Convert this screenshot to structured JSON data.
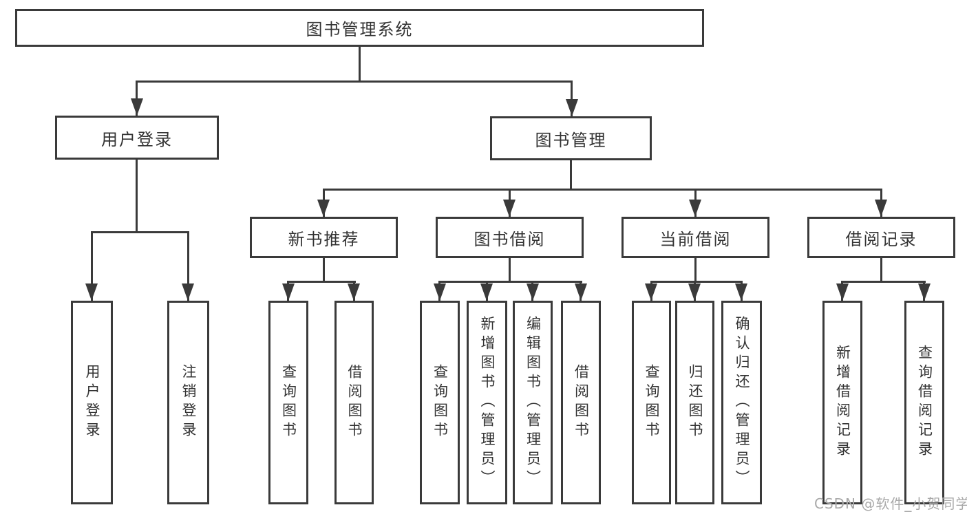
{
  "diagram": {
    "root": {
      "label": "图书管理系统"
    },
    "level2": [
      {
        "label": "用户登录"
      },
      {
        "label": "图书管理"
      }
    ],
    "level3": [
      {
        "label": "新书推荐"
      },
      {
        "label": "图书借阅"
      },
      {
        "label": "当前借阅"
      },
      {
        "label": "借阅记录"
      }
    ],
    "groups": [
      {
        "parent": "用户登录",
        "children": [
          "用户登录",
          "注销登录"
        ]
      },
      {
        "parent": "新书推荐",
        "children": [
          "查询图书",
          "借阅图书"
        ]
      },
      {
        "parent": "图书借阅",
        "children": [
          "查询图书",
          "新增图书（管理员）",
          "编辑图书（管理员）",
          "借阅图书"
        ]
      },
      {
        "parent": "当前借阅",
        "children": [
          "查询图书",
          "归还图书",
          "确认归还（管理员）"
        ]
      },
      {
        "parent": "借阅记录",
        "children": [
          "新增借阅记录",
          "查询借阅记录"
        ]
      }
    ],
    "watermark": "CSDN @软件_小贺同学",
    "colors": {
      "line": "#3a3a3a",
      "text": "#333333",
      "background": "#ffffff",
      "watermark": "#a9a9a9"
    }
  }
}
